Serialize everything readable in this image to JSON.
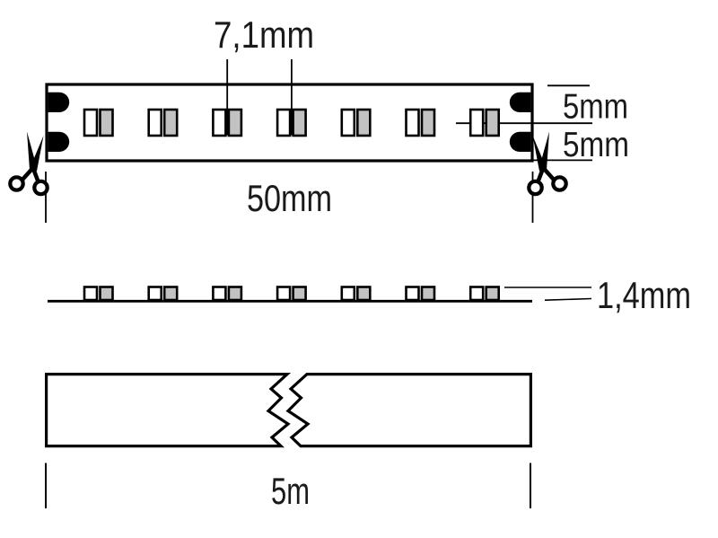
{
  "diagram": {
    "type": "LED strip dimension drawing",
    "labels": {
      "led_pitch": "7,1mm",
      "strip_half_width_top": "5mm",
      "strip_half_width_bottom": "5mm",
      "cut_segment_length": "50mm",
      "strip_height": "1,4mm",
      "total_length": "5m"
    },
    "colors": {
      "line": "#000000",
      "led_fill": "#c2c2c2",
      "background": "#ffffff"
    },
    "icons": {
      "cut_marker": "scissors-icon"
    },
    "counts": {
      "led_pairs_per_segment": 7,
      "solder_pads_per_end": 2
    }
  }
}
